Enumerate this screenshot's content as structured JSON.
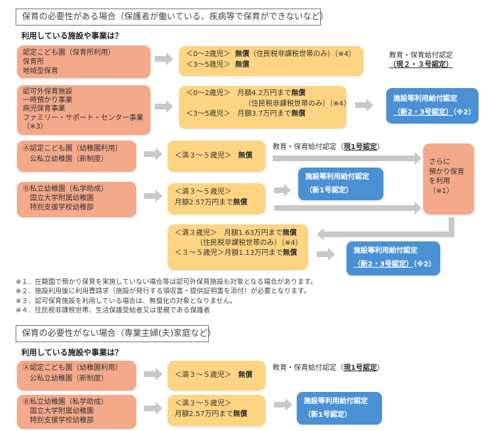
{
  "section1": {
    "title": "保育の必要性がある場合（保護者が働いている、疾病等で保育ができないなど）",
    "subheading": "利用している施設や事業は？",
    "row1": {
      "facilities": [
        "認定こども園（保育所利用）",
        "保育所",
        "地域型保育"
      ],
      "fees": [
        {
          "age": "＜0～2歳児＞",
          "amount": "無償",
          "note": "（住民税非課税世帯のみ）（※4）"
        },
        {
          "age": "＜3～5歳児＞",
          "amount": "無償",
          "note": ""
        }
      ],
      "certification_label": "教育・保育給付認定",
      "certification_type": "（現２・３号認定）"
    },
    "row2": {
      "facilities": [
        "認可外保育施設",
        "一時預かり事業",
        "病児保育事業",
        "ファミリー・サポート・センター事業",
        "（※3）"
      ],
      "fees": [
        {
          "age": "＜0～2歳児＞",
          "prefix": "月額4.2万円まで",
          "amount": "無償"
        },
        {
          "note": "（住民税非課税世帯のみ）（※4）"
        },
        {
          "age": "＜3～5歳児＞",
          "prefix": "月額3.7万円まで",
          "amount": "無償"
        }
      ],
      "certification_title": "施設等利用給付認定",
      "certification_type": "（新2・3号認定）",
      "certification_note": "（※2）"
    },
    "row3": {
      "facilities": [
        "Ⓐ認定こども園（幼稚園利用）",
        "公私立幼稚園（新制度）"
      ],
      "fee_age": "＜満３～５歳児＞",
      "fee_amount": "無償",
      "certification_label": "教育・保育給付認定（",
      "certification_type": "現1号認定",
      "certification_close": "）"
    },
    "row4": {
      "facilities": [
        "Ⓑ私立幼稚園（私学助成）",
        "国立大学附属幼稚園",
        "特別支援学校幼稚部"
      ],
      "fee_age": "＜満３～５歳児＞",
      "fee_prefix": "月額2.57万円まで",
      "fee_amount": "無償",
      "certification_title": "施設等利用給付認定",
      "certification_type": "（新1号認定）"
    },
    "extra_care": [
      "さらに",
      "預かり保育",
      "を利用",
      "（※1）"
    ],
    "row5": {
      "fees": [
        {
          "age": "＜満３歳児＞",
          "prefix": "月額1.63万円まで",
          "amount": "無償"
        },
        {
          "note": "（住民税非課税世帯のみ）（※4）"
        },
        {
          "age": "＜３～５歳児＞",
          "prefix": "月額1.13万円まで",
          "amount": "無償"
        }
      ],
      "certification_title": "施設等利用給付認定",
      "certification_type": "（新2・3号認定）",
      "certification_note": "（※2）"
    }
  },
  "notes": [
    "※１．在籍園で預かり保育を実施していない場合等は認可外保育施設も対象となる場合があります。",
    "※２．施設利用後に利用費請求（施設が発行する領収書・提供証明書を添付）が必要となります。",
    "※３．認可保育施設を利用している場合は、無償化の対象となりません。",
    "※４．住民税非課税世帯、生活保護受給者又は里親である保護者"
  ],
  "section2": {
    "title": "保育の必要性がない場合（専業主婦(夫)家庭など）",
    "subheading": "利用している施設や事業は？",
    "row1": {
      "facilities": [
        "Ⓐ認定こども園（幼稚園利用）",
        "公私立幼稚園（新制度）"
      ],
      "fee_age": "＜満３～５歳児＞",
      "fee_amount": "無償",
      "certification_label": "教育・保育給付認定（",
      "certification_type": "現1号認定",
      "certification_close": "）"
    },
    "row2": {
      "facilities": [
        "Ⓑ私立幼稚園（私学助成）",
        "国立大学附属幼稚園",
        "特別支援学校幼稚部"
      ],
      "fee_age": "＜満３～５歳児＞",
      "fee_prefix": "月額2.57万円まで",
      "fee_amount": "無償",
      "certification_title": "施設等利用給付認定",
      "certification_type": "（新1号認定）"
    }
  },
  "colors": {
    "facility_box": "#f4a98a",
    "fee_box": "#fdd481",
    "certification_box": "#4a90d4",
    "arrow": "#c8c8c8"
  }
}
